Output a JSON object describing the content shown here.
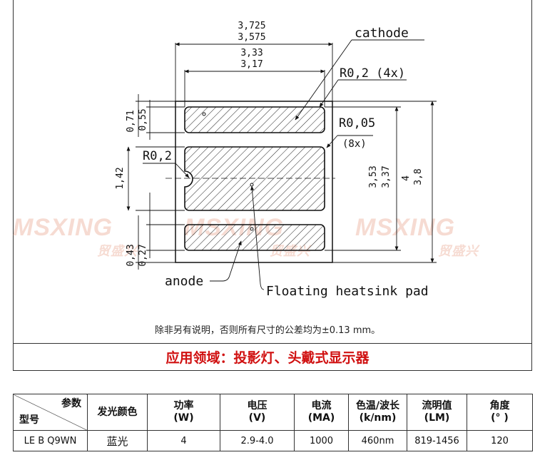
{
  "dimensions": {
    "width_top": [
      "3,725",
      "3,575",
      "3,33",
      "3,17"
    ],
    "left_upper": [
      "0,71",
      "0,55"
    ],
    "left_mid": "1,42",
    "left_lower": [
      "0,43",
      "0,27"
    ],
    "right_inner": [
      "3,53",
      "3,37"
    ],
    "right_outer": [
      "4",
      "3,8"
    ]
  },
  "callouts": {
    "cathode": "cathode",
    "r02_4x": "R0,2 (4x)",
    "r005": "R0,05",
    "r005_count": "(8x)",
    "r02": "R0,2",
    "anode": "anode",
    "heatsink": "Floating heatsink pad"
  },
  "watermark": {
    "brand": "MSXING",
    "cn": "贸盛兴",
    "color": "#f2c9bb"
  },
  "note": "除非另有说明，否则所有尺寸的公差均为±0.13 mm。",
  "application": "应用领域：投影灯、头戴式显示器",
  "accent_color": "#d01010",
  "table": {
    "corner_param": "参数",
    "corner_model": "型号",
    "headers": [
      [
        "发光颜色",
        ""
      ],
      [
        "功率",
        "(W)"
      ],
      [
        "电压",
        "(V)"
      ],
      [
        "电流",
        "(MA)"
      ],
      [
        "色温/波长",
        "(k/nm)"
      ],
      [
        "流明值",
        "(LM)"
      ],
      [
        "角度",
        "(° )"
      ]
    ],
    "row": [
      "LE B Q9WN",
      "蓝光",
      "4",
      "2.9-4.0",
      "1000",
      "460nm",
      "819-1456",
      "120"
    ]
  }
}
